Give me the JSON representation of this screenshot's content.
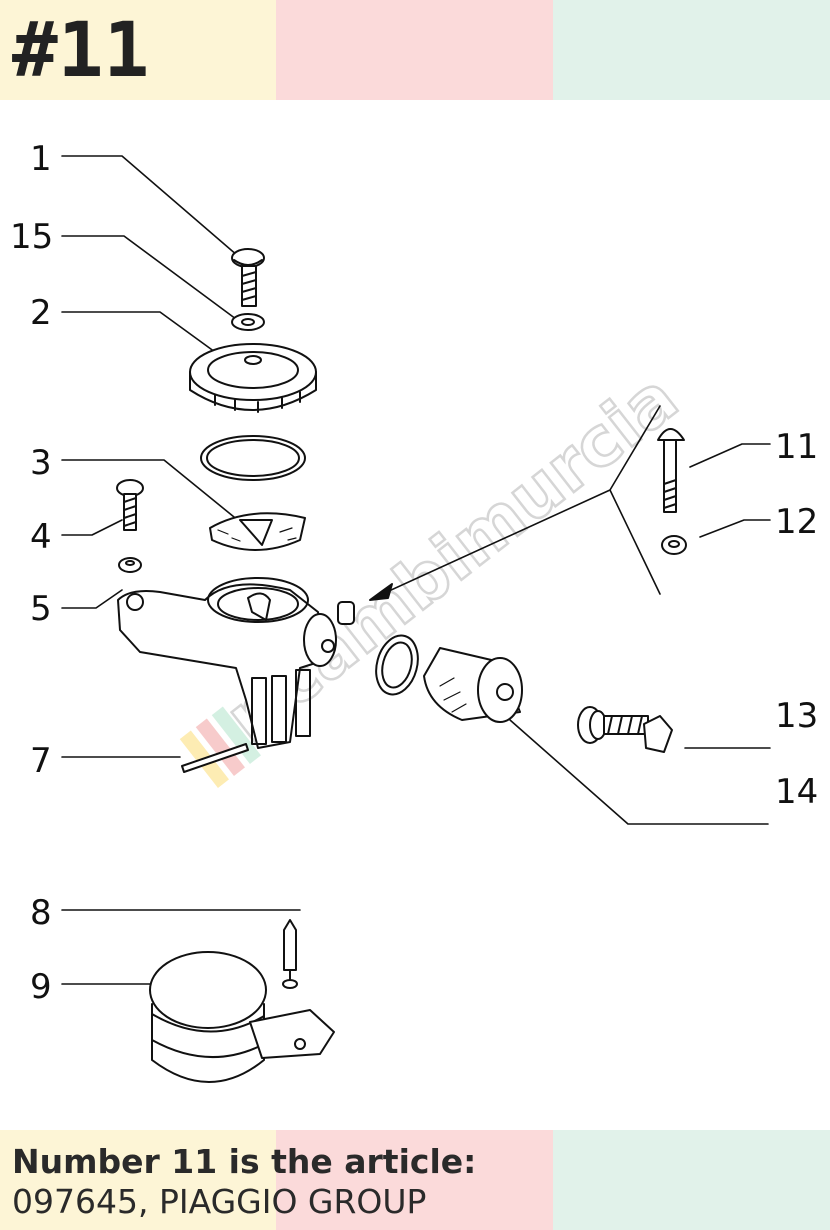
{
  "header": {
    "title": "#11",
    "band_colors": [
      "#fdf5d6",
      "#fbdada",
      "#e1f2ea"
    ]
  },
  "diagram": {
    "callouts": [
      "1",
      "15",
      "2",
      "3",
      "4",
      "5",
      "7",
      "11",
      "12",
      "13",
      "14",
      "8",
      "9"
    ],
    "watermark": "ricambimurcia"
  },
  "footer": {
    "line1": "Number 11 is the article:",
    "line2": "097645, PIAGGIO GROUP"
  }
}
